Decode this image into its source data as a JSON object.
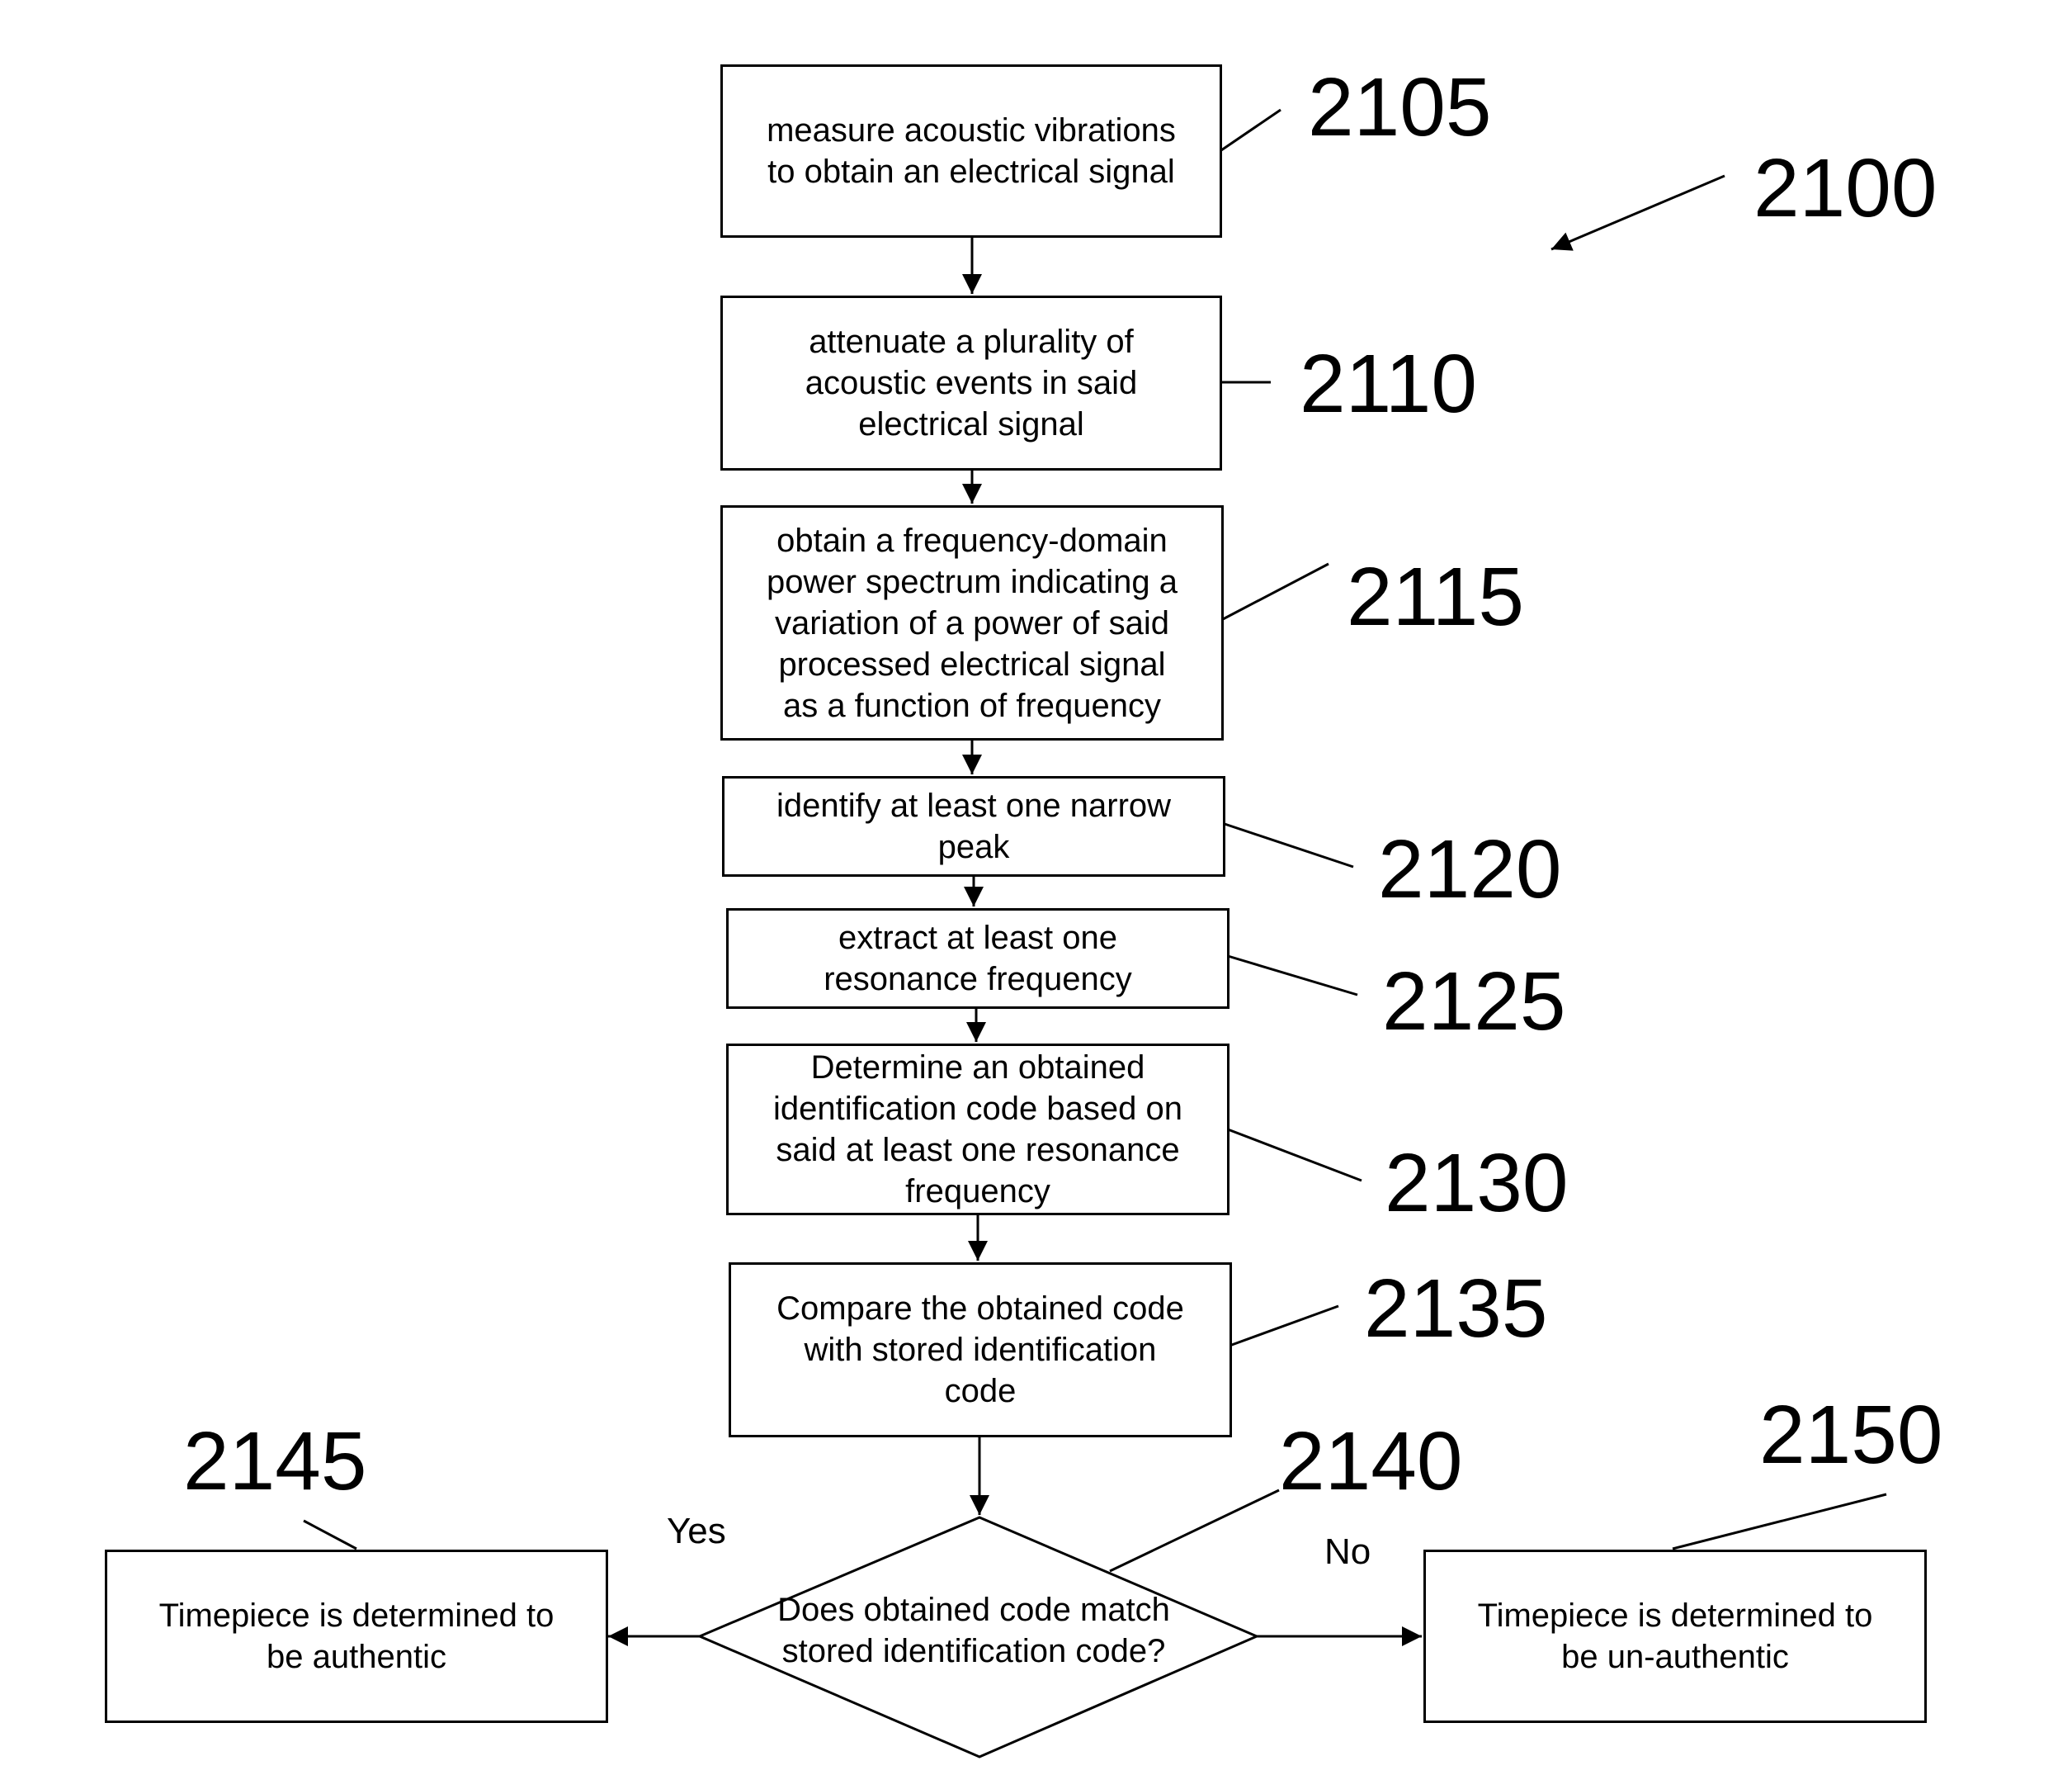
{
  "figure_ref": "2100",
  "steps": [
    {
      "ref": "2105",
      "lines": [
        "measure acoustic vibrations",
        "to obtain an electrical signal"
      ]
    },
    {
      "ref": "2110",
      "lines": [
        "attenuate a plurality of",
        "acoustic events in said",
        "electrical signal"
      ]
    },
    {
      "ref": "2115",
      "lines": [
        "obtain a frequency-domain",
        "power spectrum indicating a",
        "variation of a power of said",
        "processed electrical signal",
        "as a function of frequency"
      ]
    },
    {
      "ref": "2120",
      "lines": [
        "identify at least one narrow",
        "peak"
      ]
    },
    {
      "ref": "2125",
      "lines": [
        "extract at least one",
        "resonance frequency"
      ]
    },
    {
      "ref": "2130",
      "lines": [
        "Determine an obtained",
        "identification code based on",
        "said at least one resonance",
        "frequency"
      ]
    },
    {
      "ref": "2135",
      "lines": [
        "Compare the obtained code",
        "with stored identification",
        "code"
      ]
    }
  ],
  "decision": {
    "ref": "2140",
    "lines": [
      "Does obtained code match",
      "stored identification code?"
    ]
  },
  "outcomes": {
    "yes": {
      "ref": "2145",
      "label": "Yes",
      "lines": [
        "Timepiece is determined to",
        "be authentic"
      ]
    },
    "no": {
      "ref": "2150",
      "label": "No",
      "lines": [
        "Timepiece is determined to",
        "be un-authentic"
      ]
    }
  }
}
